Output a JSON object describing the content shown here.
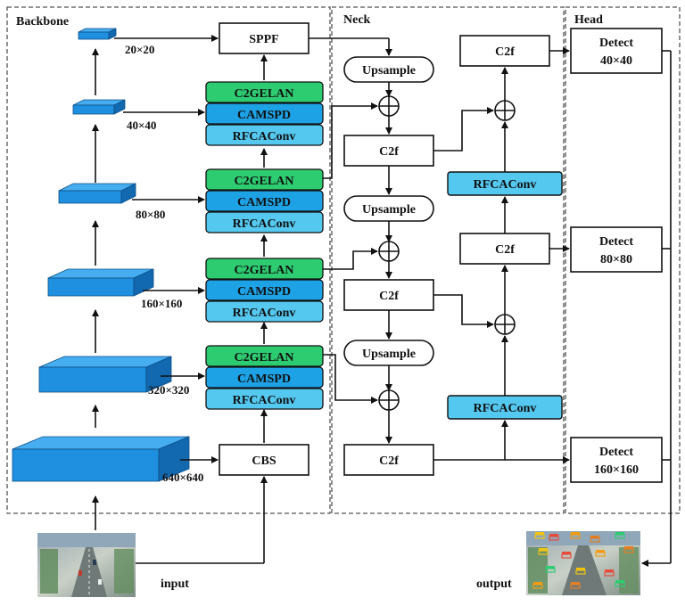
{
  "sections": {
    "backbone": "Backbone",
    "neck": "Neck",
    "head": "Head"
  },
  "backbone": {
    "sizes": [
      "20×20",
      "40×40",
      "80×80",
      "160×160",
      "320×320",
      "640×640"
    ],
    "sppf": "SPPF",
    "cbs": "CBS",
    "stack": [
      "C2GELAN",
      "CAMSPD",
      "RFCAConv"
    ]
  },
  "neck": {
    "upsample": "Upsample",
    "c2f": "C2f",
    "rfcaconv": "RFCAConv"
  },
  "head": {
    "detect": "Detect",
    "detect_sizes": [
      "40×40",
      "80×80",
      "160×160"
    ]
  },
  "io": {
    "input": "input",
    "output": "output"
  },
  "colors": {
    "plate": "#1f8fe0",
    "plate_top": "#46aef0",
    "plate_dark": "#1269b0",
    "c2gelan": "#2ecc71",
    "camspd": "#1ea2e6",
    "rfcaconv": "#55c8f0"
  },
  "icons": {
    "concat": "circle-plus-icon"
  }
}
